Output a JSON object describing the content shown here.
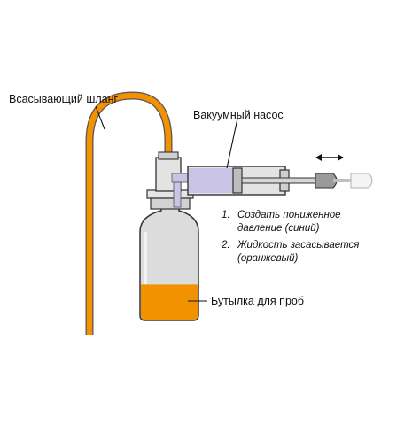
{
  "labels": {
    "hose": "Всасывающий шланг",
    "pump": "Вакуумный насос",
    "bottle": "Бутылка для проб"
  },
  "steps": [
    {
      "number": "1.",
      "line1": "Создать пониженное",
      "line2": "давление (синий)"
    },
    {
      "number": "2.",
      "line1": "Жидкость засасывается",
      "line2": "(оранжевый)"
    }
  ],
  "colors": {
    "liquid": "#f39200",
    "vacuum": "#c9c4e6",
    "glass": "#d9d9d9",
    "outline": "#333333"
  },
  "icons": {
    "direction": "double-arrow-icon"
  },
  "fill_levels": {
    "bottle_liquid_fraction": 0.4
  }
}
